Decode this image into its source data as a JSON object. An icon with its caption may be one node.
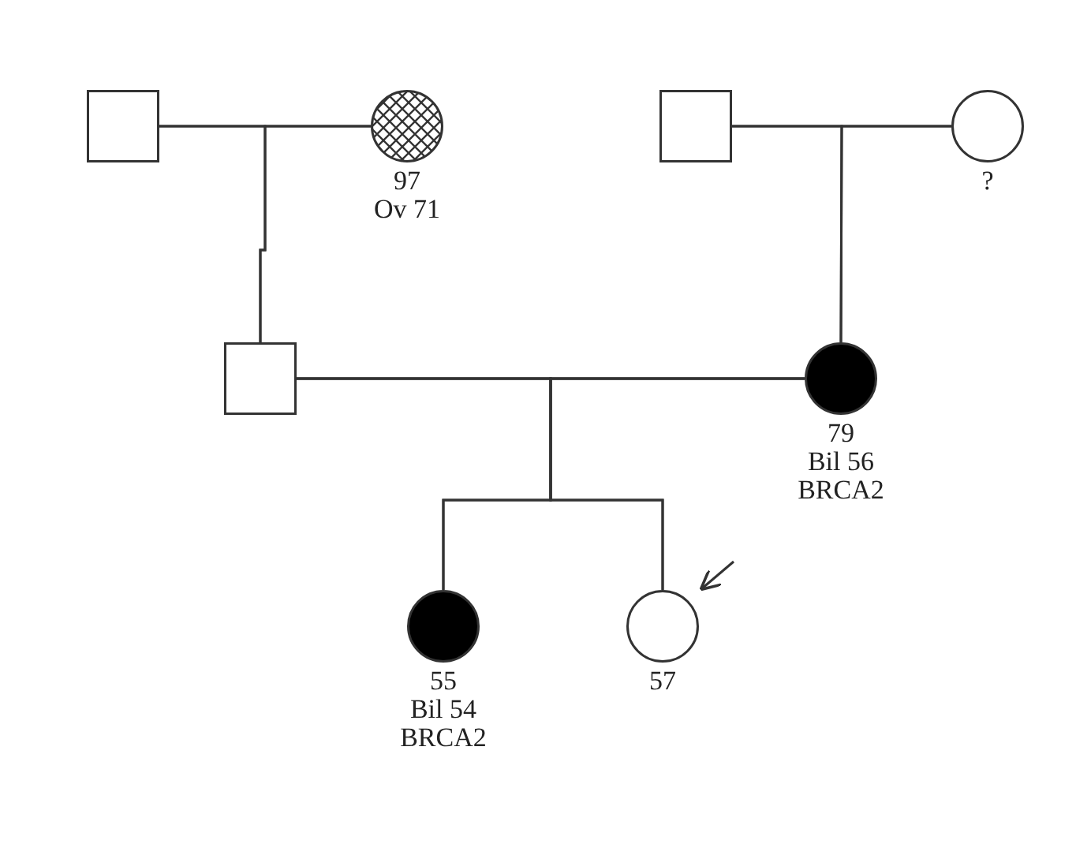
{
  "diagram": {
    "nodes": [
      {
        "text": [],
        "shape": "box"
      },
      {
        "text": [],
        "shape": "circle",
        "beside": [
          "97",
          "Ov 71"
        ]
      },
      {
        "text": [],
        "shape": "box"
      },
      {
        "text": [],
        "shape": "circle",
        "beside": [
          "?"
        ]
      },
      {
        "text": [],
        "shape": "box"
      },
      {
        "text": [],
        "shape": "circle",
        "beside": [
          "79",
          "Bil 56",
          "BRCA2"
        ]
      },
      {
        "text": [],
        "shape": "circle",
        "beside": [
          "55",
          "Bil 54",
          "BRCA2"
        ]
      },
      {
        "text": [],
        "shape": "circle",
        "beside": [
          "57"
        ]
      }
    ],
    "edges": [
      {
        "from": 0,
        "to": 1,
        "arrow": "none"
      },
      {
        "from": 2,
        "to": 3,
        "arrow": "none"
      },
      {
        "from": 0,
        "to": 4,
        "arrow": "none"
      },
      {
        "from": 1,
        "to": 4,
        "arrow": "none"
      },
      {
        "from": 2,
        "to": 5,
        "arrow": "none"
      },
      {
        "from": 3,
        "to": 5,
        "arrow": "none"
      },
      {
        "from": 4,
        "to": 5,
        "arrow": "none"
      },
      {
        "from": 4,
        "to": 6,
        "arrow": "none"
      },
      {
        "from": 5,
        "to": 6,
        "arrow": "none"
      },
      {
        "from": 4,
        "to": 7,
        "arrow": "none"
      },
      {
        "from": 5,
        "to": 7,
        "arrow": "none"
      },
      {
        "from": null,
        "to": 7,
        "arrow": "to"
      }
    ]
  }
}
